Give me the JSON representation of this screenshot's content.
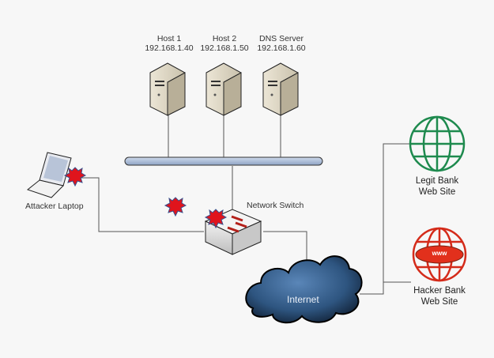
{
  "diagram": {
    "hosts": [
      {
        "name": "Host 1",
        "ip": "192.168.1.40"
      },
      {
        "name": "Host 2",
        "ip": "192.168.1.50"
      },
      {
        "name": "DNS Server",
        "ip": "192.168.1.60"
      }
    ],
    "attacker": {
      "label": "Attacker Laptop"
    },
    "switch": {
      "label": "Network Switch"
    },
    "internet": {
      "label": "Internet"
    },
    "legit_site": {
      "line1": "Legit Bank",
      "line2": "Web Site",
      "color": "#1e8a4e"
    },
    "hacker_site": {
      "line1": "Hacker Bank",
      "line2": "Web Site",
      "color": "#d42b1a",
      "badge": "www"
    },
    "colors": {
      "attack_burst": "#e0141c",
      "burst_edge": "#3a4f8c",
      "bus": "#a9bbd6",
      "cloud": "#2b4d74"
    }
  }
}
